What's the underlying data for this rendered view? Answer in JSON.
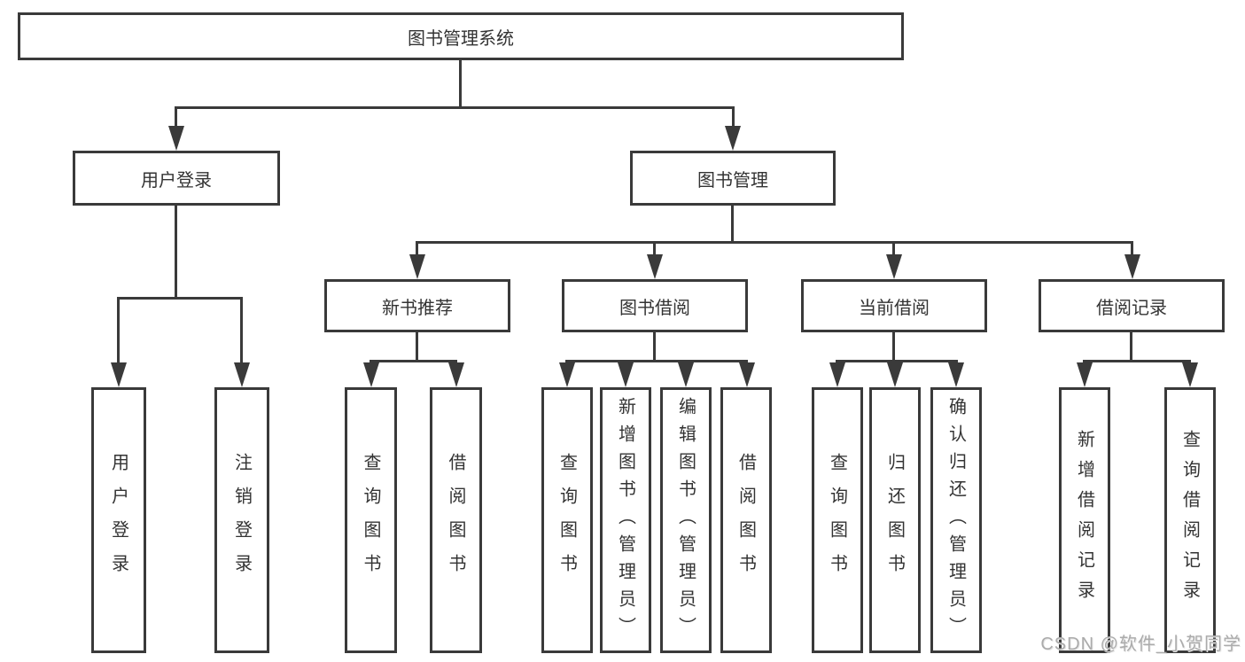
{
  "diagram": {
    "title": "图书管理系统",
    "level2": [
      {
        "label": "用户登录"
      },
      {
        "label": "图书管理"
      }
    ],
    "level3": [
      {
        "label": "新书推荐"
      },
      {
        "label": "图书借阅"
      },
      {
        "label": "当前借阅"
      },
      {
        "label": "借阅记录"
      }
    ],
    "leaves": {
      "user_login": [
        "用户登录",
        "注销登录"
      ],
      "new_book_recommend": [
        "查询图书",
        "借阅图书"
      ],
      "book_borrow": [
        "查询图书",
        "新增图书（管理员）",
        "编辑图书（管理员）",
        "借阅图书"
      ],
      "current_borrow": [
        "查询图书",
        "归还图书",
        "确认归还（管理员）"
      ],
      "borrow_records": [
        "新增借阅记录",
        "查询借阅记录"
      ]
    }
  },
  "watermark": "CSDN @软件_小贺同学",
  "colors": {
    "line": "#3a3a3a",
    "text": "#333333",
    "background": "#ffffff",
    "watermark": "#ababab"
  }
}
